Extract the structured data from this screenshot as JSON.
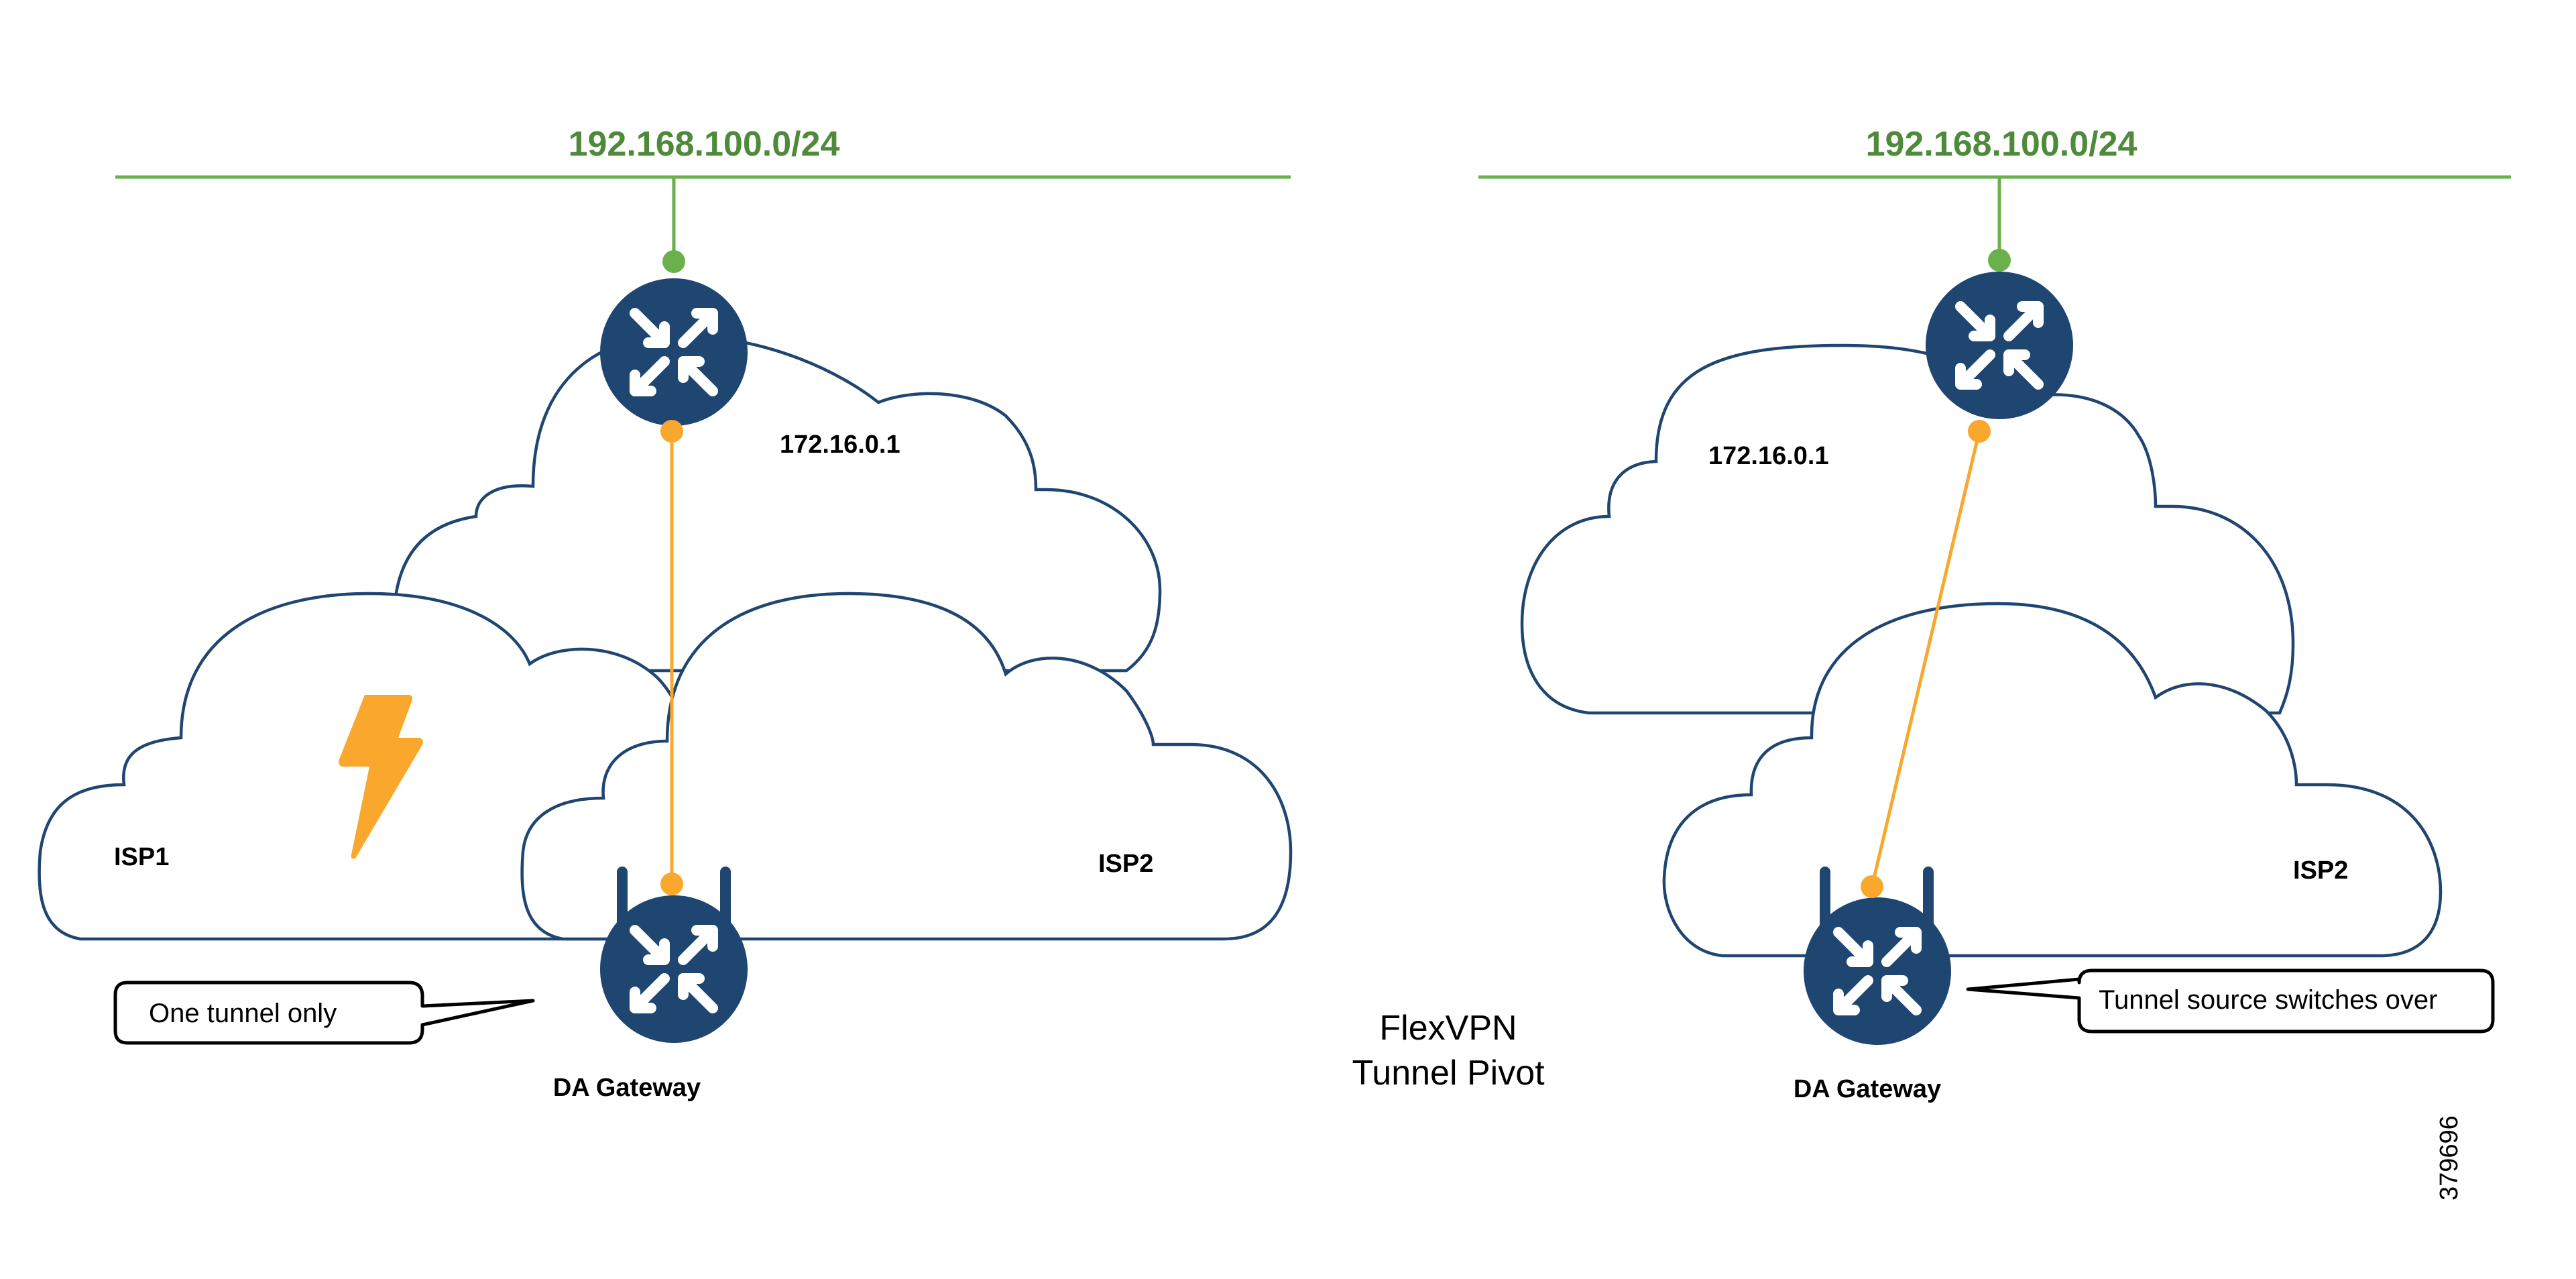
{
  "title_lines": [
    "FlexVPN",
    "Tunnel Pivot"
  ],
  "figure_id": "379696",
  "colors": {
    "lan_green": "#6ab04c",
    "lan_text_green": "#4f8a3a",
    "router_blue": "#1f4571",
    "tunnel_orange": "#f9a82d",
    "cloud_stroke": "#1f4571"
  },
  "left_scenario": {
    "lan_label": "192.168.100.0/24",
    "hub_ip_label": "172.16.0.1",
    "isp1_label": "ISP1",
    "isp2_label": "ISP2",
    "gateway_label": "DA Gateway",
    "callout": "One tunnel only",
    "failure_icon": "lightning-bolt-icon"
  },
  "right_scenario": {
    "lan_label": "192.168.100.0/24",
    "hub_ip_label": "172.16.0.1",
    "isp2_label": "ISP2",
    "gateway_label": "DA Gateway",
    "callout": "Tunnel source switches over"
  }
}
